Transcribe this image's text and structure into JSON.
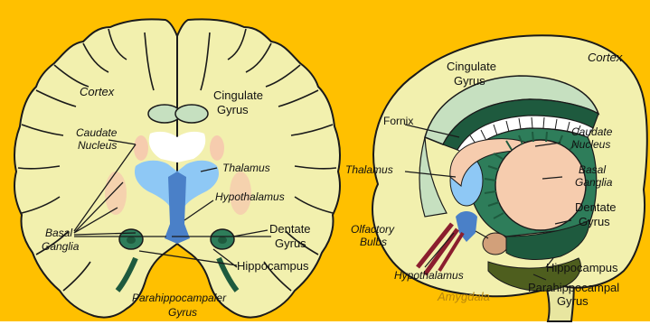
{
  "colors": {
    "background": "#FFC000",
    "brain": "#F2F0AE",
    "brain_outline": "#1a1a1a",
    "thalamus": "#8EC8F5",
    "hypothalamus": "#4A80C8",
    "caudate_basal": "#F6CCAE",
    "cingulate": "#C6E0C0",
    "hippocampus": "#2E7D5A",
    "dark_green": "#1E5A3E",
    "amygdala": "#D2A07A",
    "olfactory": "#8B1E2E",
    "brainstem": "#E8E6A0"
  },
  "left_diagram": {
    "labels": {
      "cortex": "Cortex",
      "cingulate_1": "Cingulate",
      "cingulate_2": "Gyrus",
      "caudate_1": "Caudate",
      "caudate_2": "Nucleus",
      "thalamus": "Thalamus",
      "hypothalamus": "Hypothalamus",
      "basal_1": "Basal",
      "basal_2": "Ganglia",
      "dentate_1": "Dentate",
      "dentate_2": "Gyrus",
      "hippocampus": "Hippocampus",
      "parahippo_1": "Parahippocampaler",
      "parahippo_2": "Gyrus"
    }
  },
  "right_diagram": {
    "labels": {
      "cortex": "Cortex",
      "cingulate_1": "Cingulate",
      "cingulate_2": "Gyrus",
      "fornix": "Fornix",
      "caudate_1": "Caudate",
      "caudate_2": "Nucleus",
      "thalamus": "Thalamus",
      "basal_1": "Basal",
      "basal_2": "Ganglia",
      "dentate_1": "Dentate",
      "dentate_2": "Gyrus",
      "olfactory_1": "Olfactory",
      "olfactory_2": "Bulbs",
      "hippocampus": "Hippocampus",
      "hypothalamus": "Hypothalamus",
      "amygdala": "Amygdala",
      "parahippo_1": "Parahippocampal",
      "parahippo_2": "Gyrus"
    }
  }
}
